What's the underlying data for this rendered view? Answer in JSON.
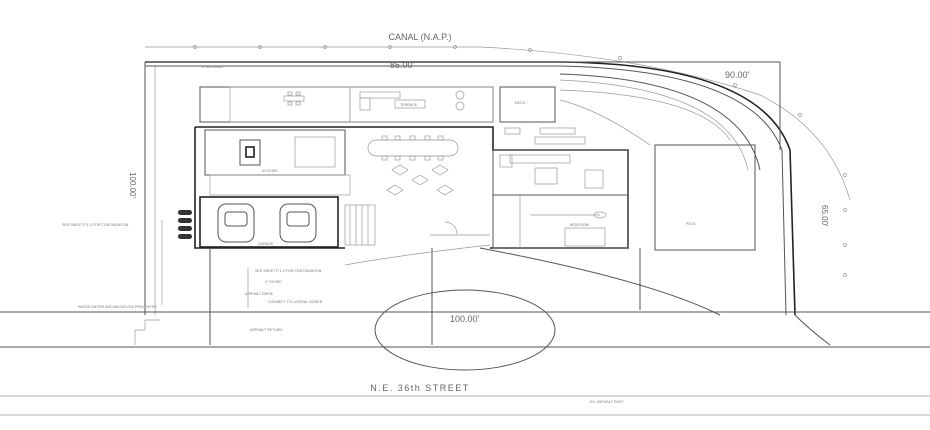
{
  "drawing": {
    "canal_label": "CANAL (N.A.P.)",
    "street_label": "N.E. 36th STREET",
    "dimensions": {
      "top": "85.00'",
      "arc": "90.00'",
      "left": "100.00'",
      "right": "65.00'",
      "bottom": "100.00'"
    },
    "notes": {
      "seawall": "8' SEA WALL",
      "see_sheet_left": "SEE SHEET P-1.0 FOR CONTINUATION",
      "see_sheet_mid": "SEE SHEET P-1.0 FOR CONTINUATION",
      "water_meter": "WATER METER AND BACKFLOW PREVENTER",
      "sched": "4\" SCHED",
      "asphalt_drive": "ASPHALT DRIVE",
      "connect_sewer": "CONNECT TO LATERAL SEWER",
      "asphalt_return": "ASPHALT RETURN",
      "ex_asphalt": "EX. ASPHALT PVMT",
      "garage": "GARAGE",
      "kitchen": "KITCHEN",
      "bedroom": "BEDROOM",
      "pool": "POOL",
      "terrace": "TERRACE",
      "deck": "DECK"
    }
  }
}
